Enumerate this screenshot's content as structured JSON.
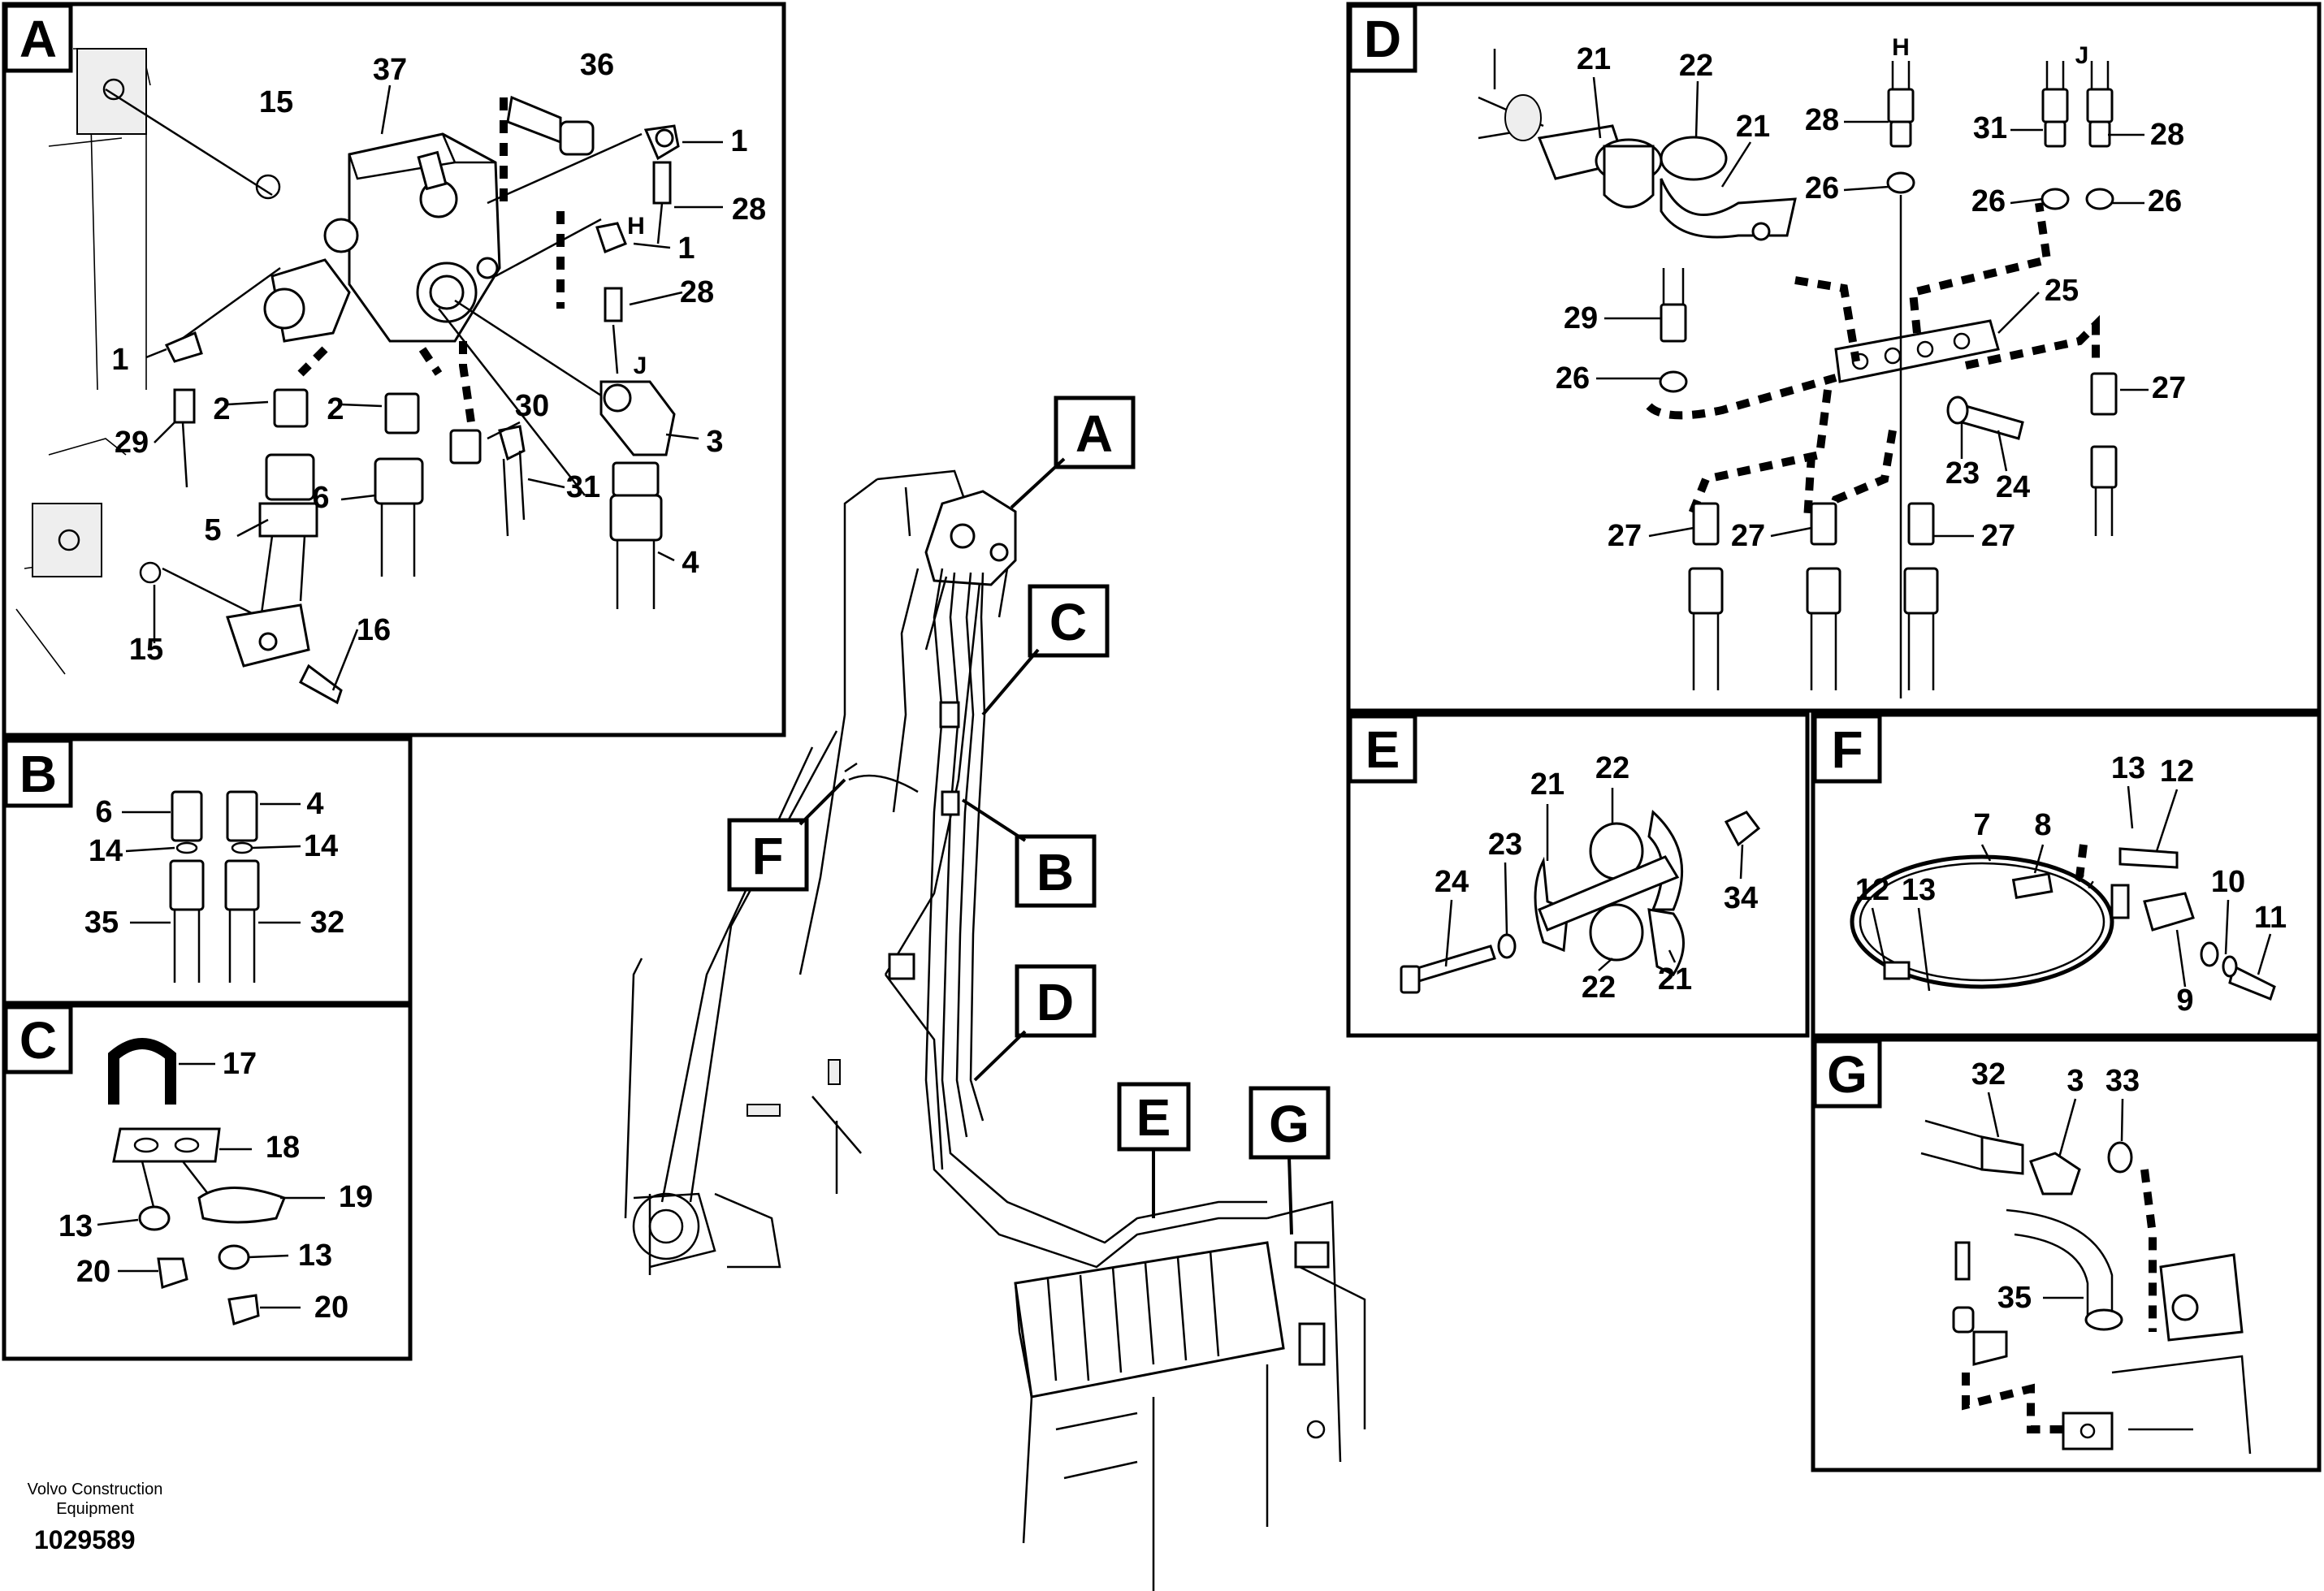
{
  "footer": {
    "brand_line1": "Volvo Construction",
    "brand_line2": "Equipment",
    "document_number": "1029589"
  },
  "detail_tags": {
    "a": "A",
    "b": "B",
    "c": "C",
    "d": "D",
    "e": "E",
    "f": "F",
    "g": "G"
  },
  "panel_a": {
    "letter": "A",
    "callouts": {
      "p37": "37",
      "p36": "36",
      "p15a": "15",
      "p1a": "1",
      "p28a": "28",
      "p1b": "1",
      "p28b": "28",
      "p1c": "1",
      "p2a": "2",
      "p2b": "2",
      "p30": "30",
      "p3": "3",
      "p29": "29",
      "p6": "6",
      "p31": "31",
      "p5": "5",
      "p4": "4",
      "p16": "16",
      "p15b": "15"
    },
    "letters": {
      "h": "H",
      "j": "J"
    }
  },
  "panel_b": {
    "letter": "B",
    "callouts": {
      "p6": "6",
      "p4": "4",
      "p14a": "14",
      "p14b": "14",
      "p35": "35",
      "p32": "32"
    }
  },
  "panel_c": {
    "letter": "C",
    "callouts": {
      "p17": "17",
      "p18": "18",
      "p19": "19",
      "p13a": "13",
      "p20a": "20",
      "p13b": "13",
      "p20b": "20"
    }
  },
  "panel_d": {
    "letter": "D",
    "callouts": {
      "p21a": "21",
      "p22": "22",
      "p21b": "21",
      "p28a": "28",
      "p26a": "26",
      "p31": "31",
      "p28b": "28",
      "p26b": "26",
      "p26c": "26",
      "p29": "29",
      "p25": "25",
      "p26d": "26",
      "p27a": "27",
      "p23": "23",
      "p24": "24",
      "p27b": "27",
      "p27c": "27",
      "p27d": "27"
    },
    "letters": {
      "h": "H",
      "j": "J"
    }
  },
  "panel_e": {
    "letter": "E",
    "callouts": {
      "p21a": "21",
      "p22a": "22",
      "p23": "23",
      "p24": "24",
      "p34": "34",
      "p22b": "22",
      "p21b": "21"
    }
  },
  "panel_f": {
    "letter": "F",
    "callouts": {
      "p13a": "13",
      "p12a": "12",
      "p7": "7",
      "p8": "8",
      "p12b": "12",
      "p13b": "13",
      "p10": "10",
      "p11": "11",
      "p9": "9"
    }
  },
  "panel_g": {
    "letter": "G",
    "callouts": {
      "p32": "32",
      "p3": "3",
      "p33": "33",
      "p35": "35"
    }
  }
}
